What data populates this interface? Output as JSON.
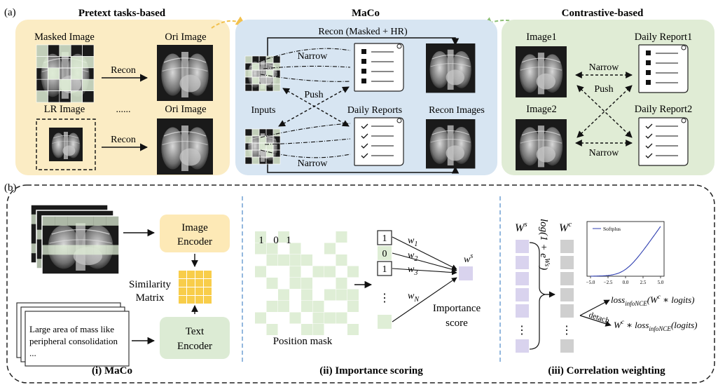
{
  "part_a": {
    "label": "(a)",
    "pretext": {
      "title": "Pretext tasks-based",
      "masked_image": "Masked Image",
      "ori_image_1": "Ori Image",
      "recon_1": "Recon",
      "lr_image": "LR Image",
      "ellipsis": "......",
      "ori_image_2": "Ori Image",
      "recon_2": "Recon"
    },
    "maco": {
      "title": "MaCo",
      "recon_top": "Recon (Masked + HR)",
      "narrow_top": "Narrow",
      "push": "Push",
      "inputs": "Inputs",
      "daily_reports": "Daily Reports",
      "recon_images": "Recon Images",
      "narrow_bottom": "Narrow"
    },
    "contrastive": {
      "title": "Contrastive-based",
      "image1": "Image1",
      "daily_report1": "Daily Report1",
      "narrow_top": "Narrow",
      "push": "Push",
      "image2": "Image2",
      "daily_report2": "Daily Report2",
      "narrow_bottom": "Narrow"
    }
  },
  "part_b": {
    "label": "(b)",
    "maco": {
      "image_encoder_1": "Image",
      "image_encoder_2": "Encoder",
      "similarity_1": "Similarity",
      "similarity_2": "Matrix",
      "report_line1": "Large area of mass like",
      "report_line2": "peripheral consolidation",
      "report_line3": "...",
      "text_encoder_1": "Text",
      "text_encoder_2": "Encoder",
      "caption": "(i) MaCo"
    },
    "importance": {
      "mask_digits": [
        "1",
        "0",
        "1"
      ],
      "position_mask": "Position mask",
      "vec_values": [
        "1",
        "0",
        "1"
      ],
      "vec_ellipsis": "⋮",
      "weights": [
        "w",
        "w",
        "w",
        "w"
      ],
      "weight_subs": [
        "1",
        "2",
        "3",
        "N"
      ],
      "ws": "w",
      "ws_sup": "s",
      "score_1": "Importance",
      "score_2": "score",
      "caption": "(ii) Importance scoring"
    },
    "correlation": {
      "ws_label": "W",
      "ws_sup": "s",
      "wc_label": "W",
      "wc_sup": "c",
      "log_label": "log(1 + e",
      "log_sup": "Ws",
      "log_close": ")",
      "legend": "Softplus",
      "ticks": [
        "−5.0",
        "−2.5",
        "0.0",
        "2.5",
        "5.0"
      ],
      "loss1": "loss",
      "loss1_sub": "infoNCE",
      "loss1_rest": "(W",
      "loss1_sup": "c",
      "loss1_end": " ∗ logits)",
      "detach": "detach",
      "loss2_a": "W",
      "loss2_sup": "c",
      "loss2_b": " ∗ loss",
      "loss2_sub": "infoNCE",
      "loss2_end": "(logits)",
      "caption": "(iii) Correlation weighting"
    }
  },
  "colors": {
    "pretext_bg": "#fbecc4",
    "maco_bg": "#d7e5f2",
    "contrastive_bg": "#e0ecd5",
    "encoder_image": "#fde9b6",
    "encoder_text": "#dcebd4",
    "similarity_cell": "#f8cd4a",
    "mask_green": "#dfeed6",
    "purple": "#d9d3ee",
    "gray": "#cfcfcf"
  }
}
